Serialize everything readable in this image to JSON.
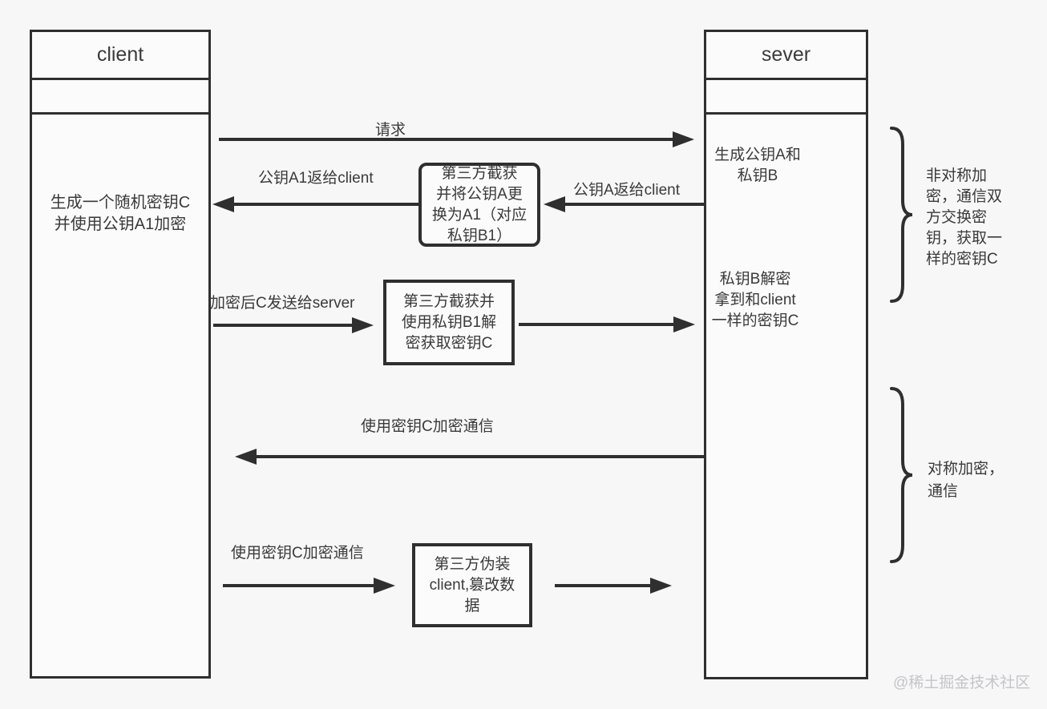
{
  "diagram": {
    "client": {
      "title": "client",
      "body_text": "生成一个随机密钥C\n并使用公钥A1加密"
    },
    "server": {
      "title": "sever",
      "keygen_text": "生成公钥A和\n私钥B",
      "decrypt_text": "私钥B解密\n拿到和client\n一样的密钥C"
    },
    "arrow_labels": {
      "request": "请求",
      "a1_to_client": "公钥A1返给client",
      "a_to_client": "公钥A返给client",
      "c_to_server": "加密后C发送给server",
      "sym_comm_1": "使用密钥C加密通信",
      "sym_comm_2": "使用密钥C加密通信"
    },
    "mitm_boxes": {
      "swap_key": "第三方截获\n并将公钥A更\n换为A1（对应\n私钥B1）",
      "decrypt_c": "第三方截获并\n使用私钥B1解\n密获取密钥C",
      "fake_client": "第三方伪装\nclient,篡改数\n据"
    },
    "annotations": {
      "asymmetric": "非对称加\n密，通信双\n方交换密\n钥，获取一\n样的密钥C",
      "symmetric": "对称加密，\n通信"
    },
    "watermark": "@稀土掘金技术社区",
    "colors": {
      "line": "#2f2f2f",
      "background": "#f7f7f8",
      "watermark": "#c5c5c9"
    }
  }
}
